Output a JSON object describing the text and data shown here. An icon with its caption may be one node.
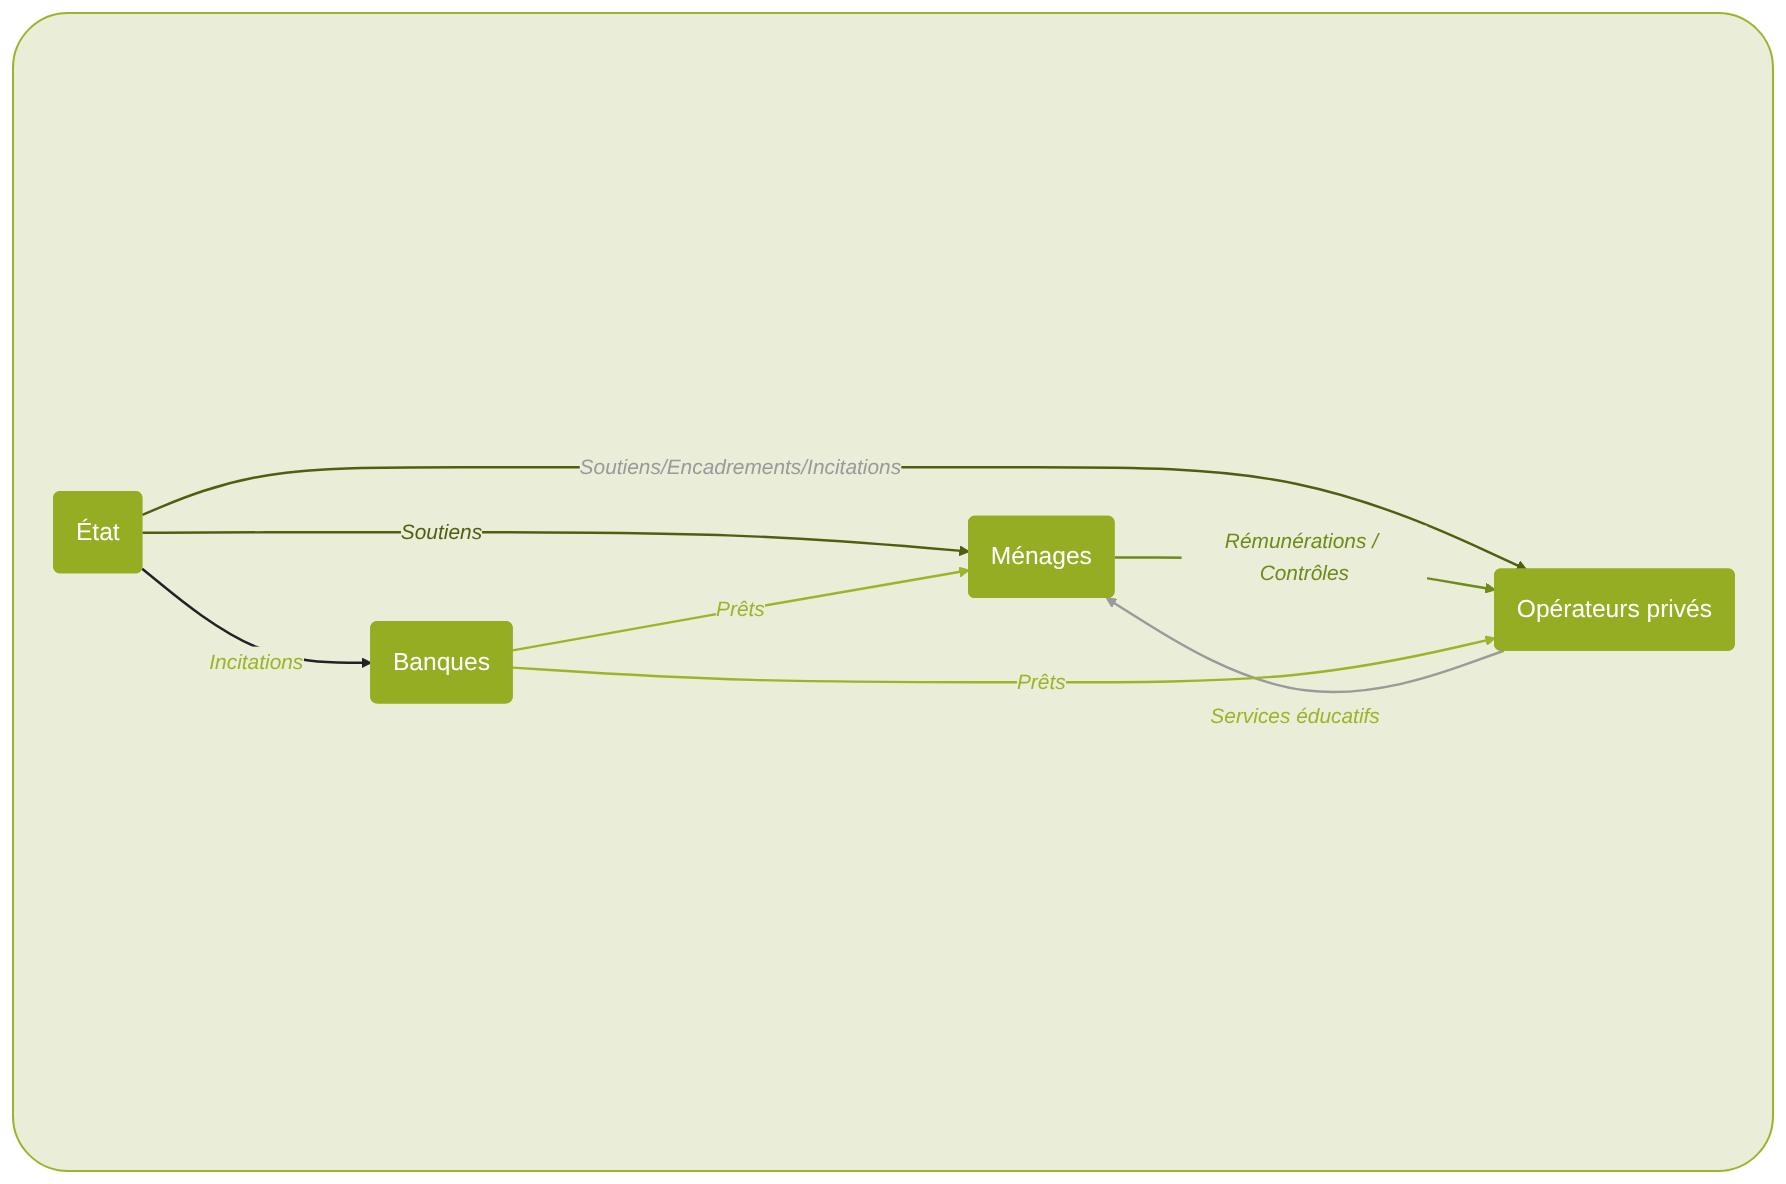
{
  "diagram": {
    "nodes": [
      {
        "text": [
          "État"
        ]
      },
      {
        "text": [
          "Opérateurs privés"
        ]
      },
      {
        "text": [
          "Ménages"
        ]
      },
      {
        "text": [
          "Banques"
        ]
      }
    ],
    "edges": [
      {
        "from": 0,
        "to": 2,
        "arrow": "to",
        "label": "Soutiens",
        "color": "#4f5f0f"
      },
      {
        "from": 0,
        "to": 1,
        "arrow": "to",
        "label": "Soutiens/Encadrements/Incitations",
        "color": "#4f5f0f"
      },
      {
        "from": 0,
        "to": 3,
        "arrow": "to",
        "label": "Incitations",
        "color": "#222222"
      },
      {
        "from": 1,
        "to": 2,
        "arrow": "to",
        "label": "Services éducatifs",
        "color": "#9a9a9a"
      },
      {
        "from": 2,
        "to": 1,
        "arrow": "to",
        "label": "Rémunérations / Contrôles",
        "color": "#6f8a1a"
      },
      {
        "from": 3,
        "to": 1,
        "arrow": "to",
        "label": "Prêts",
        "color": "#9bb52a"
      },
      {
        "from": 3,
        "to": 2,
        "arrow": "to",
        "label": "Prêts",
        "color": "#9bb52a"
      }
    ]
  }
}
